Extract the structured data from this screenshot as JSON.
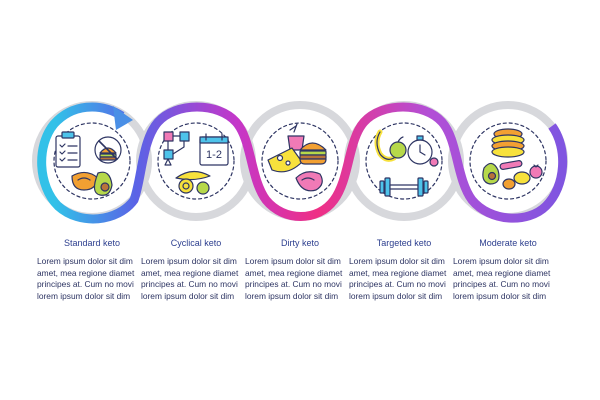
{
  "steps": [
    {
      "title": "Standard keto",
      "icon": "checklist-burger-avocado-icon",
      "text": [
        "Lorem ipsum dolor sit dim",
        "amet, mea regione diamet",
        "principes at. Cum no movi",
        "lorem ipsum dolor sit dim"
      ]
    },
    {
      "title": "Cyclical keto",
      "icon": "calendar-cycle-fruit-icon",
      "calendar_label": "1-2",
      "text": [
        "Lorem ipsum dolor sit dim",
        "amet, mea regione diamet",
        "principes at. Cum no movi",
        "lorem ipsum dolor sit dim"
      ]
    },
    {
      "title": "Dirty keto",
      "icon": "cheese-burger-steak-icon",
      "text": [
        "Lorem ipsum dolor sit dim",
        "amet, mea regione diamet",
        "principes at. Cum no movi",
        "lorem ipsum dolor sit dim"
      ]
    },
    {
      "title": "Targeted keto",
      "icon": "tape-stopwatch-dumbbell-icon",
      "text": [
        "Lorem ipsum dolor sit dim",
        "amet, mea regione diamet",
        "principes at. Cum no movi",
        "lorem ipsum dolor sit dim"
      ]
    },
    {
      "title": "Moderate keto",
      "icon": "pancakes-avocado-eggs-icon",
      "text": [
        "Lorem ipsum dolor sit dim",
        "amet, mea regione diamet",
        "principes at. Cum no movi",
        "lorem ipsum dolor sit dim"
      ]
    }
  ],
  "colors": {
    "ring_gray": "#d7d8dc",
    "grad_1": "#32c1e8",
    "grad_2": "#5a63e6",
    "grad_3": "#c437c9",
    "grad_4": "#ef2f85",
    "grad_5": "#b34fd6",
    "grad_6": "#8055e0",
    "title": "#2d3f8f",
    "body": "#2e3563",
    "icon_stroke": "#2e3563",
    "icon_blue": "#4ec3ea",
    "icon_pink": "#f07ab6",
    "icon_yellow": "#f7e13c",
    "icon_green": "#b6d84a",
    "icon_brown": "#b8733a",
    "icon_orange": "#f2a032"
  }
}
